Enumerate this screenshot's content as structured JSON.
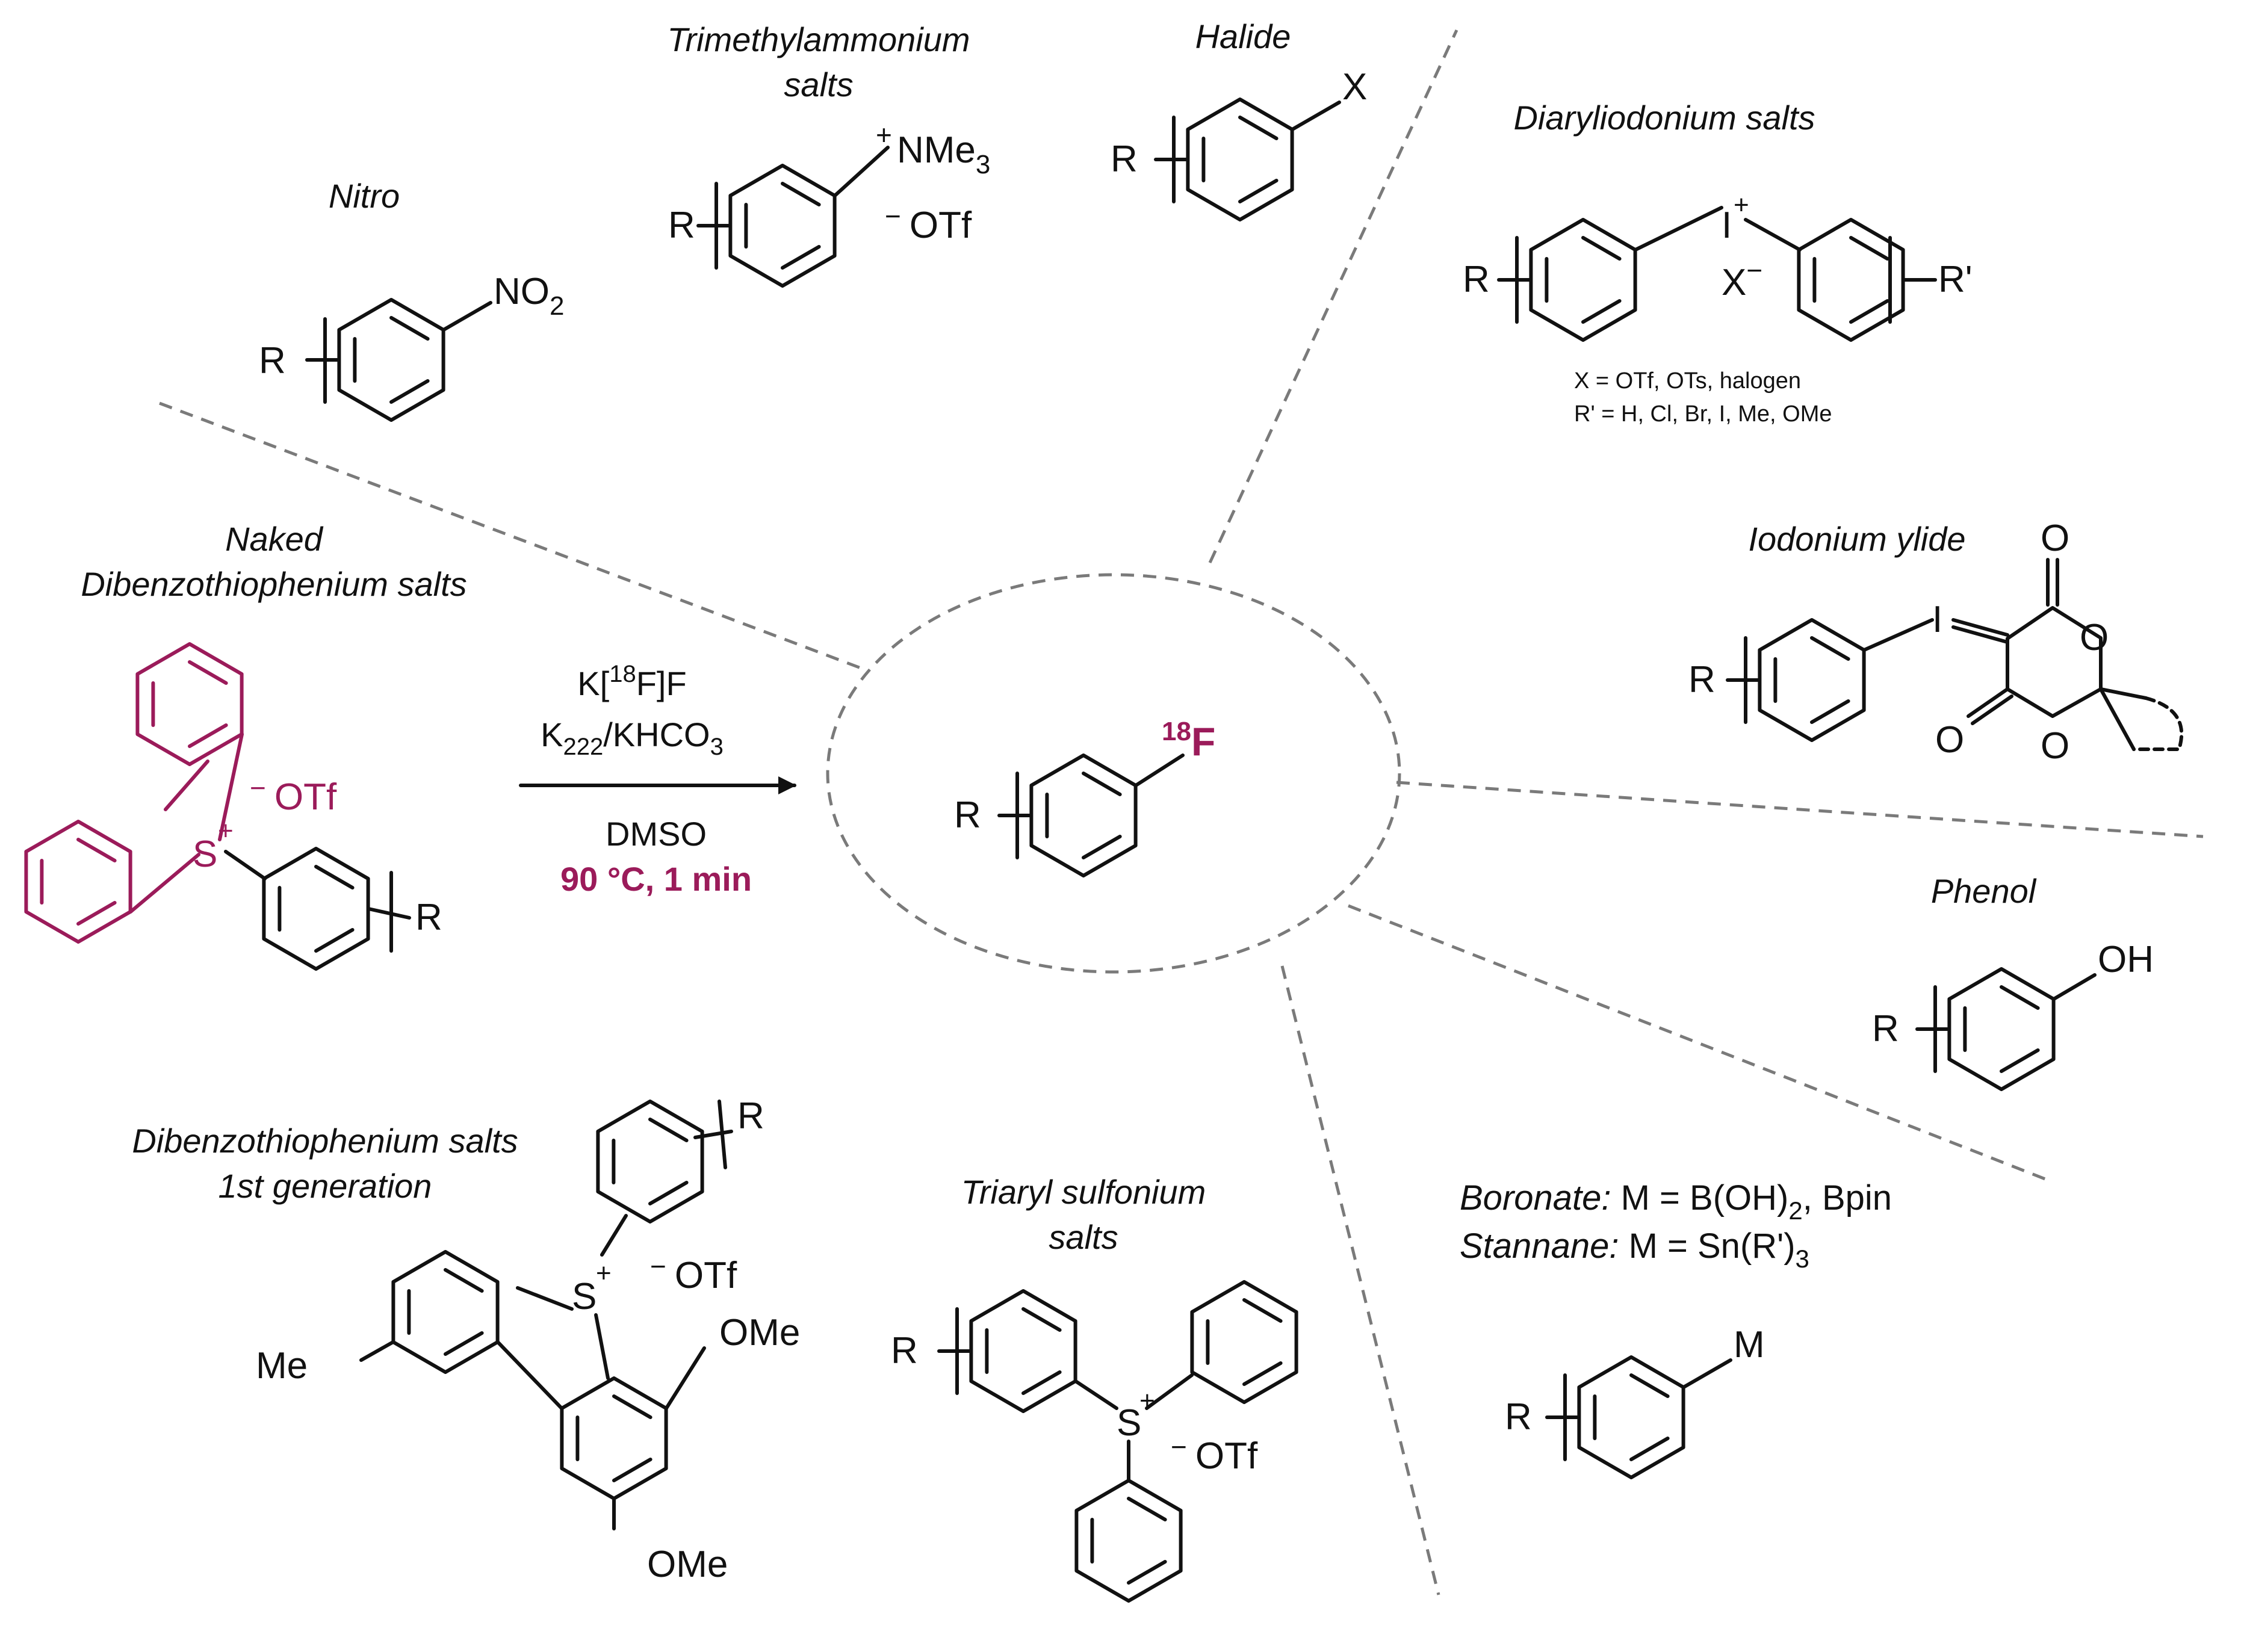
{
  "colors": {
    "accent": "#9b1b5a",
    "ink": "#111111",
    "divider": "#7a7a7a"
  },
  "nitro": {
    "name": "Nitro",
    "r": "R",
    "group": "NO",
    "sub": "2"
  },
  "trimethylammonium": {
    "name_line1": "Trimethylammonium",
    "name_line2": "salts",
    "r": "R",
    "plus": "+",
    "group": "NMe",
    "sub": "3",
    "minus": "−",
    "counterion": "OTf"
  },
  "halide": {
    "name": "Halide",
    "r": "R",
    "group": "X"
  },
  "diaryliodonium": {
    "name": "Diaryliodonium salts",
    "r": "R",
    "r_prime": "R'",
    "iodine": "I",
    "plus": "+",
    "anion": "X",
    "minus": "−",
    "note1": "X = OTf, OTs,  halogen",
    "note2": "R' = H, Cl, Br, I, Me, OMe"
  },
  "iodonium_ylide": {
    "name": "Iodonium ylide",
    "r": "R",
    "iodine": "I",
    "o": "O"
  },
  "phenol": {
    "name": "Phenol",
    "r": "R",
    "group": "OH"
  },
  "boronate": {
    "label1": "Boronate:",
    "text1": " M = B(OH)",
    "sub1": "2",
    "tail1": ", Bpin",
    "label2": "Stannane:",
    "text2": " M = Sn(R')",
    "sub2": "3",
    "r": "R",
    "group": "M"
  },
  "triaryl": {
    "name_line1": "Triaryl sulfonium",
    "name_line2": "salts",
    "r": "R",
    "s": "S",
    "plus": "+",
    "minus": "−",
    "counterion": "OTf"
  },
  "dbt_first": {
    "name_line1": "Dibenzothiophenium salts",
    "name_line2": "1st generation",
    "r": "R",
    "s": "S",
    "plus": "+",
    "minus": "−",
    "counterion": "OTf",
    "me": "Me",
    "ome_top": "OMe",
    "ome_bottom": "OMe"
  },
  "naked": {
    "name_line1": "Naked",
    "name_line2": "Dibenzothiophenium salts",
    "s": "S",
    "plus": "+",
    "minus": "−",
    "counterion": "OTf",
    "r": "R"
  },
  "conditions": {
    "reagent_prefix": "K[",
    "reagent_sup": "18",
    "reagent_suffix": "F]F",
    "base_prefix": "K",
    "base_sub": "222",
    "base_mid": "/KHCO",
    "base_sub2": "3",
    "solvent": "DMSO",
    "temperature": "90 °C, 1 min"
  },
  "product": {
    "r": "R",
    "isotope": "18",
    "element": "F"
  }
}
